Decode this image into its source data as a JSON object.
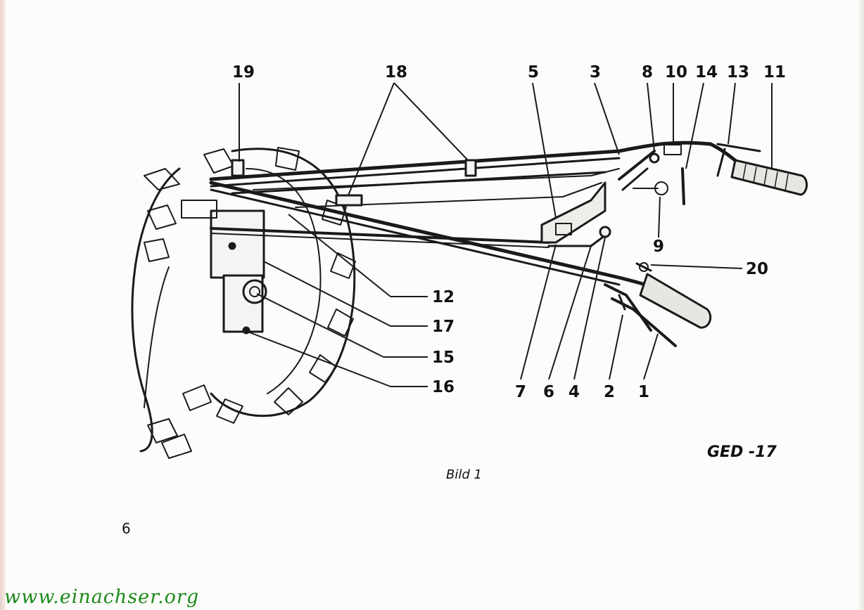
{
  "figure": {
    "callouts": [
      "19",
      "18",
      "5",
      "3",
      "8",
      "10",
      "14",
      "13",
      "11",
      "9",
      "20",
      "12",
      "17",
      "15",
      "16",
      "7",
      "6",
      "4",
      "2",
      "1"
    ],
    "caption": "Bild 1",
    "code": "GED -17"
  },
  "page": {
    "number": "6"
  },
  "watermark": {
    "text": "www.einachser.org",
    "color": "#1a8a1a"
  }
}
